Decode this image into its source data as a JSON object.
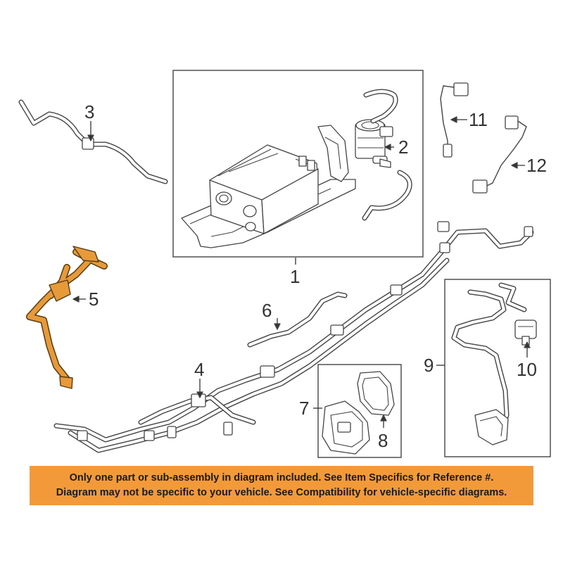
{
  "callouts": {
    "c1": "1",
    "c2": "2",
    "c3": "3",
    "c4": "4",
    "c5": "5",
    "c6": "6",
    "c7": "7",
    "c8": "8",
    "c9": "9",
    "c10": "10",
    "c11": "11",
    "c12": "12"
  },
  "highlighted_part": "5",
  "colors": {
    "highlight": "#e69a3a",
    "notice_background": "#f29a3a",
    "line_art": "#444444"
  },
  "notice": {
    "line1": "Only one part or sub-assembly in diagram included. See Item Specifics for Reference #.",
    "line2": "Diagram may not be specific to your vehicle. See Compatibility for vehicle-specific diagrams."
  }
}
